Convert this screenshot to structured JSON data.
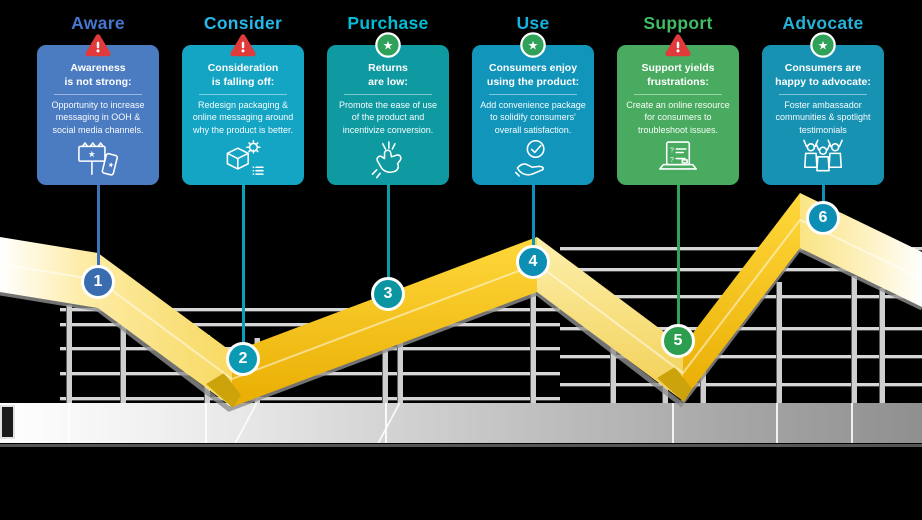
{
  "stages": [
    {
      "number": "1",
      "title": "Aware",
      "title_color": "#4577cf",
      "card_color": "#4b7cc2",
      "line_color": "#3f72b4",
      "marker_color": "#3a6db0",
      "badge": "warning",
      "heading": "Awareness\nis not strong:",
      "body": "Opportunity to increase messaging in OOH & social media channels.",
      "icon": "billboard-phone-icon"
    },
    {
      "number": "2",
      "title": "Consider",
      "title_color": "#27b7e8",
      "card_color": "#14a4c4",
      "line_color": "#0aa0bc",
      "marker_color": "#0b99b4",
      "badge": "warning",
      "heading": "Consideration\nis falling off:",
      "body": "Redesign packaging & online messaging around why the product is better.",
      "icon": "package-redesign-icon"
    },
    {
      "number": "3",
      "title": "Purchase",
      "title_color": "#00bdd6",
      "card_color": "#0f9aa2",
      "line_color": "#0d9aa0",
      "marker_color": "#0b95a0",
      "badge": "star",
      "heading": "Returns\nare low:",
      "body": "Promote the ease of use of the product and incentivize conversion.",
      "icon": "snap-fingers-icon"
    },
    {
      "number": "4",
      "title": "Use",
      "title_color": "#14b2e0",
      "card_color": "#1295bb",
      "line_color": "#0d93bb",
      "marker_color": "#0d8fb4",
      "badge": "star",
      "heading": "Consumers enjoy\nusing the product:",
      "body": "Add convenience package to solidify consumers' overall satisfaction.",
      "icon": "hand-check-icon"
    },
    {
      "number": "5",
      "title": "Support",
      "title_color": "#41bd63",
      "card_color": "#48ab5f",
      "line_color": "#2fa356",
      "marker_color": "#2d9e50",
      "badge": "warning",
      "heading": "Support yields\nfrustrations:",
      "body": "Create an online resource for consumers to troubleshoot issues.",
      "icon": "support-site-icon"
    },
    {
      "number": "6",
      "title": "Advocate",
      "title_color": "#26b2d8",
      "card_color": "#1792b2",
      "line_color": "#128fb4",
      "marker_color": "#0d8fb4",
      "badge": "star",
      "heading": "Consumers are\nhappy to advocate:",
      "body": "Foster ambassador communities & spotlight testimonials",
      "icon": "advocates-icon"
    }
  ],
  "colors": {
    "warning_red": "#e03a3a",
    "star_green": "#2fa159",
    "road_gold_top": "#ffd83c",
    "road_gold_bottom": "#e9ad02",
    "road_pale": "#fdf0ad",
    "road_shadow": "#8f8f8f",
    "truss_gray": "#d6d6d6",
    "ground_gradient_end": "#8f8f8f"
  }
}
